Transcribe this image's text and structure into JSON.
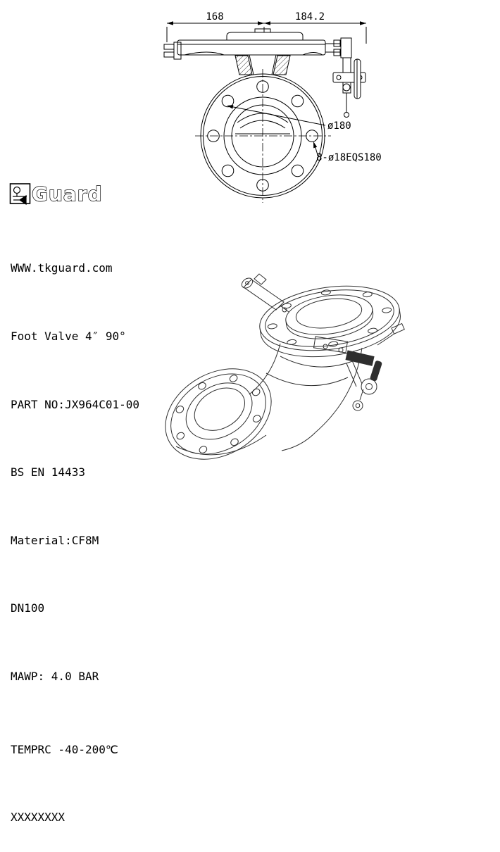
{
  "front_view": {
    "dim_left": "168",
    "dim_right": "184.2",
    "dia_label": "ø180",
    "bolt_label": "8-ø18EQS180"
  },
  "logo": {
    "brand": "Guard",
    "icon": "valve-icon"
  },
  "specs": {
    "lines": [
      "WWW.tkguard.com",
      "Foot Valve 4″ 90°",
      "PART NO:JX964C01-00",
      "BS EN 14433",
      "Material:CF8M",
      "DN100",
      "MAWP: 4.0 BAR",
      "TEMPRC -40-200℃",
      "XXXXXXXX"
    ]
  },
  "colors": {
    "line": "#000000",
    "iso_line": "#2e2e2e",
    "background": "#ffffff"
  }
}
